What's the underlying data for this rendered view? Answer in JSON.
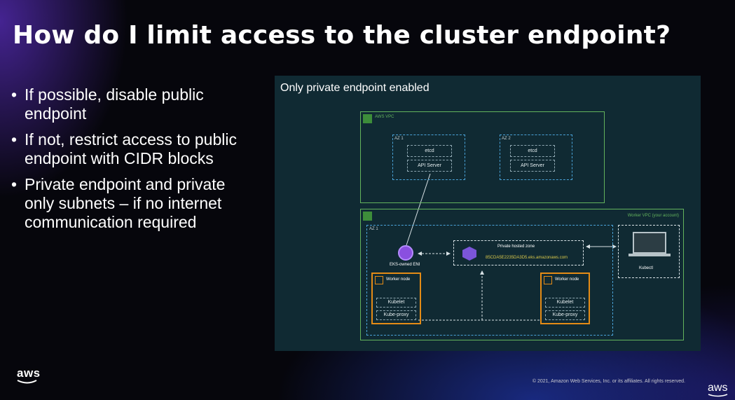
{
  "slide": {
    "title": "How do I limit access to the cluster endpoint?",
    "bullets": [
      "If possible, disable public endpoint",
      "If not, restrict access to public endpoint with CIDR blocks",
      "Private endpoint and private only subnets – if no internet communication required"
    ],
    "copyright": "© 2021, Amazon Web Services, Inc. or its affiliates. All rights reserved.",
    "logo_text": "aws"
  },
  "diagram": {
    "title": "Only private endpoint enabled",
    "aws_vpc": {
      "label": "AWS VPC",
      "az1": {
        "label": "AZ 1",
        "etcd": "etcd",
        "api": "API Server"
      },
      "az2": {
        "label": "AZ 2",
        "etcd": "etcd",
        "api": "API Server"
      }
    },
    "worker_vpc": {
      "label": "Worker VPC (your account)",
      "az1": "AZ 1",
      "eni": "EKS-owned ENI",
      "hosted_zone": {
        "title": "Private hosted zone",
        "domain": "85CDA5E2235DA3D5.eks.amazonaws.com"
      },
      "kubectl": "Kubectl",
      "worker_nodes": [
        {
          "title": "Worker node",
          "kubelet": "Kubelet",
          "proxy": "Kube-proxy"
        },
        {
          "title": "Worker node",
          "kubelet": "Kubelet",
          "proxy": "Kube-proxy"
        }
      ]
    },
    "colors": {
      "vpc_border": "#63b35d",
      "az_border": "#4aa3d8",
      "worker_node": "#e48b16",
      "domain_text": "#d9c84a"
    }
  }
}
